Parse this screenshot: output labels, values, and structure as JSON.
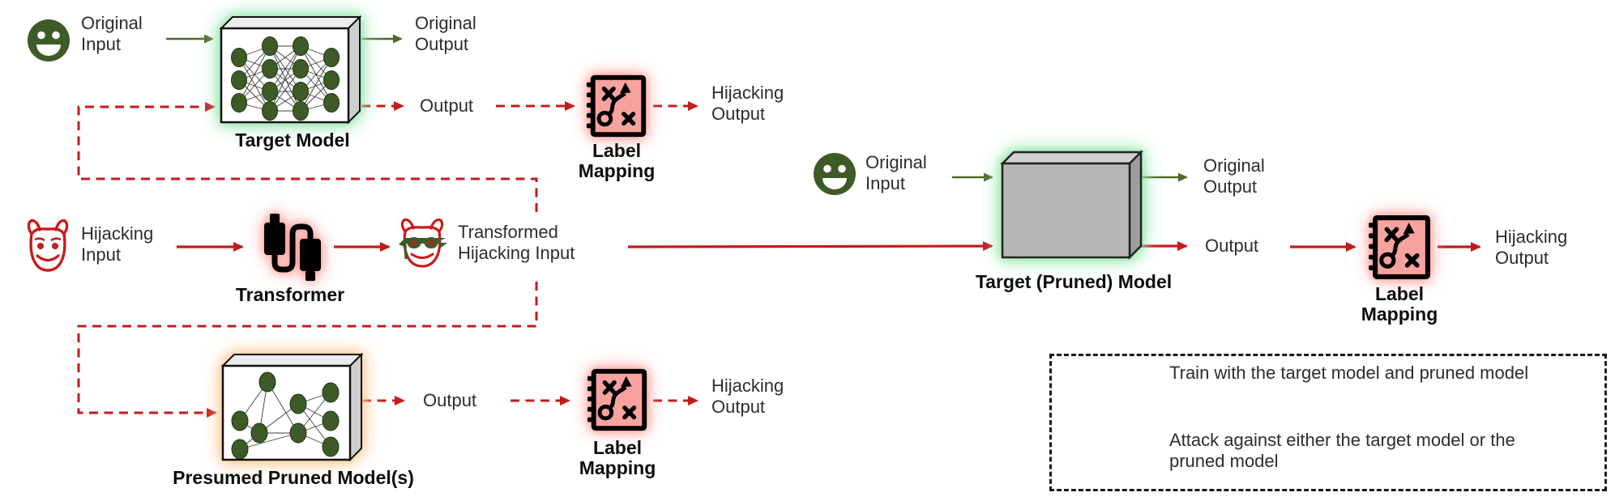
{
  "colors": {
    "arrow_red": "#c51a1a",
    "arrow_green": "#4d6b2b",
    "icon_green": "#3e5b27",
    "devil_red": "#c81b1b",
    "mapping_pink": "#f7a29e",
    "glow_green": "#8ae3a5",
    "glow_orange": "#ffc48c",
    "glow_red": "#ff9d97",
    "box_gray": "#b7b7b7",
    "text": "#2d2d2d"
  },
  "icons": {
    "top_left": "smiley-face-icon",
    "middle_left": "devil-face-icon",
    "transformed": "masked-devil-face-icon",
    "transformer": "usb-cable-icon",
    "mapping": "strategy-notebook-icon",
    "right": "smiley-face-icon"
  },
  "top_flow": {
    "input": "Original Input",
    "model_label": "Target Model",
    "output": "Original Output",
    "hijack_output": "Output",
    "mapping_label": "Label Mapping",
    "hijacking_output": "Hijacking Output"
  },
  "middle_flow": {
    "input": "Hijacking Input",
    "transformer_label": "Transformer",
    "transformed": "Transformed Hijacking Input"
  },
  "bottom_flow": {
    "model_label": "Presumed Pruned Model(s)",
    "output": "Output",
    "mapping_label": "Label Mapping",
    "hijacking_output": "Hijacking Output"
  },
  "right_flow": {
    "input": "Original Input",
    "model_label": "Target (Pruned) Model",
    "output": "Original Output",
    "hijack_output": "Output",
    "mapping_label": "Label Mapping",
    "hijacking_output": "Hijacking Output"
  },
  "legend": {
    "dashed_label": "Train with the target model and pruned model",
    "solid_label": "Attack against either the target model or the pruned model"
  }
}
